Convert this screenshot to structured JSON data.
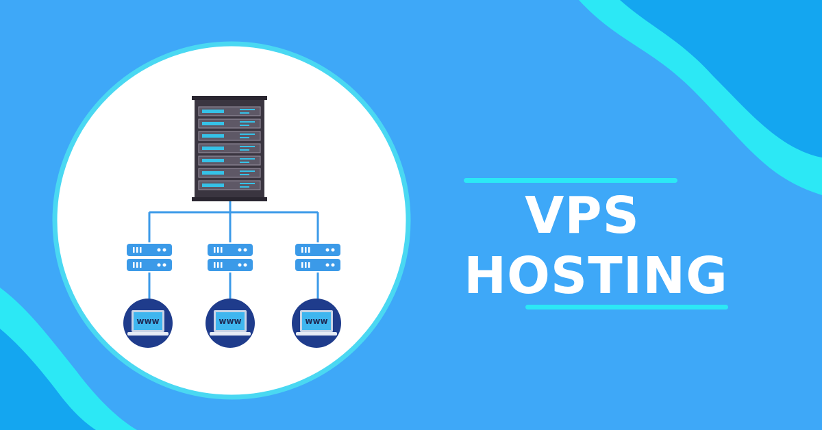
{
  "title": {
    "line1": "VPS",
    "line2": "HOSTING"
  },
  "icons": {
    "server_rack": "server-rack-icon",
    "node": "server-node-icon",
    "client": "www-laptop-icon"
  },
  "client_label": "www",
  "colors": {
    "background": "#3ea8f8",
    "wave": "#2ce8f5",
    "wave_dark": "#14a6f0",
    "circle_border": "#4ad8f2",
    "accent_blue": "#3b9ae8",
    "navy": "#1f3c8c",
    "rack_dark": "#3a3540"
  }
}
